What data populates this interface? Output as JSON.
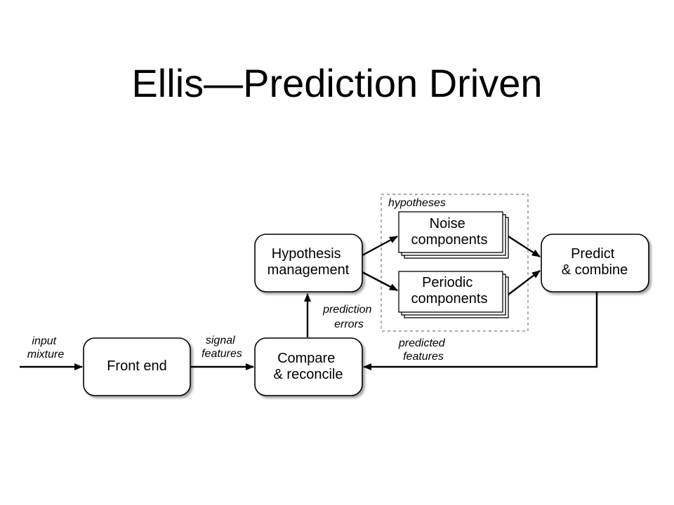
{
  "title": "Ellis—Prediction Driven",
  "diagram": {
    "group_label": "hypotheses",
    "nodes": {
      "front_end": [
        "Front end"
      ],
      "compare": [
        "Compare",
        "& reconcile"
      ],
      "hypothesis": [
        "Hypothesis",
        "management"
      ],
      "noise": [
        "Noise",
        "components"
      ],
      "periodic": [
        "Periodic",
        "components"
      ],
      "predict": [
        "Predict",
        "& combine"
      ]
    },
    "edges": {
      "input_mixture": [
        "input",
        "mixture"
      ],
      "signal_features": [
        "signal",
        "features"
      ],
      "prediction_errors": [
        "prediction",
        "errors"
      ],
      "predicted_features": [
        "predicted",
        "features"
      ]
    }
  }
}
